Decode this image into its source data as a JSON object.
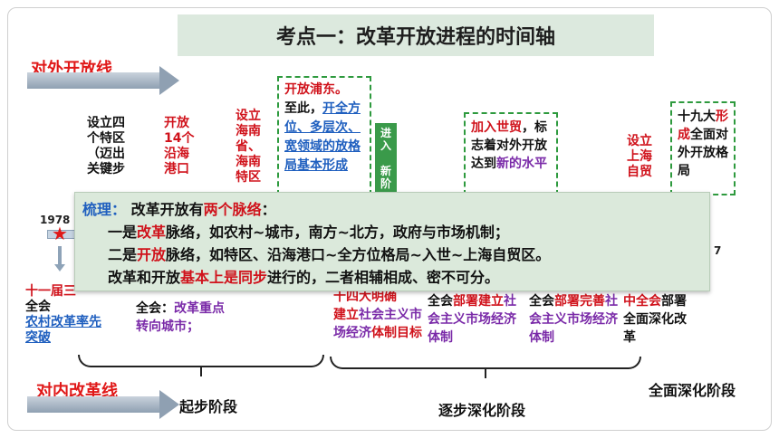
{
  "title": "考点一：改革开放进程的时间轴",
  "outward_line": {
    "label": "对外开放线"
  },
  "inward_line": {
    "label": "对内改革线"
  },
  "top_events": [
    {
      "text": "设立四\n个特区\n（迈出\n关键步",
      "color": "black"
    },
    {
      "text": "开放\n14个\n沿海\n港口",
      "color": "red"
    },
    {
      "text": "设立\n海南\n省、\n海南\n特区",
      "color": "red"
    },
    {
      "part1": "开放浦东。",
      "part2": "至此，",
      "part3": "开全方位、多层次、宽领域的放格局基本形成"
    },
    {
      "text": "进\n入\n\n新\n阶"
    },
    {
      "part1": "加入世贸",
      "part2": "，标志着对外开放达到",
      "part3": "新的水平"
    },
    {
      "text": "设立\n上海\n自贸",
      "color": "red"
    },
    {
      "part1": "十九大",
      "part2": "形成",
      "part3": "全面对外开放格局"
    }
  ],
  "timeline": {
    "start_year": "1978",
    "end_label": "7"
  },
  "overlay": {
    "heading_prefix": "梳理：",
    "heading_main": "改革开放有",
    "heading_red": "两个脉络",
    "heading_end": "：",
    "line1_prefix": "一是",
    "line1_red": "改革",
    "line1_rest": "脉络，如农村~城市，南方~北方，政府与市场机制；",
    "line2_prefix": "二是",
    "line2_red": "开放",
    "line2_rest": "脉络，如特区、沿海港口~全方位格局~入世~上海自贸区。",
    "line3_prefix": "改革和开放",
    "line3_red": "基本上是同步",
    "line3_rest": "进行的，二者相辅相成、密不可分。"
  },
  "bottom_events": [
    {
      "head": "十一届三",
      "line2": "全会",
      "line3": "农村改革率先突破"
    },
    {
      "line1": "全会：",
      "line1b": "改革重点转向城市；"
    },
    {
      "line1": "十四大明确",
      "line2a": "建立",
      "line2b": "社会主义市场经济",
      "line3": "体制目标"
    },
    {
      "line1a": "全会",
      "line1b": "部署建",
      "line2a": "立",
      "line2b": "社会主义市场经济体制"
    },
    {
      "line1a": "全会",
      "line1b": "部署完",
      "line2a": "善",
      "line2b": "社会主义市场经济体制"
    },
    {
      "line1a": "中全会",
      "line1b": "部",
      "line2": "署全面深化改革"
    }
  ],
  "stages": [
    "起步阶段",
    "逐步深化阶段",
    "全面深化阶段"
  ]
}
